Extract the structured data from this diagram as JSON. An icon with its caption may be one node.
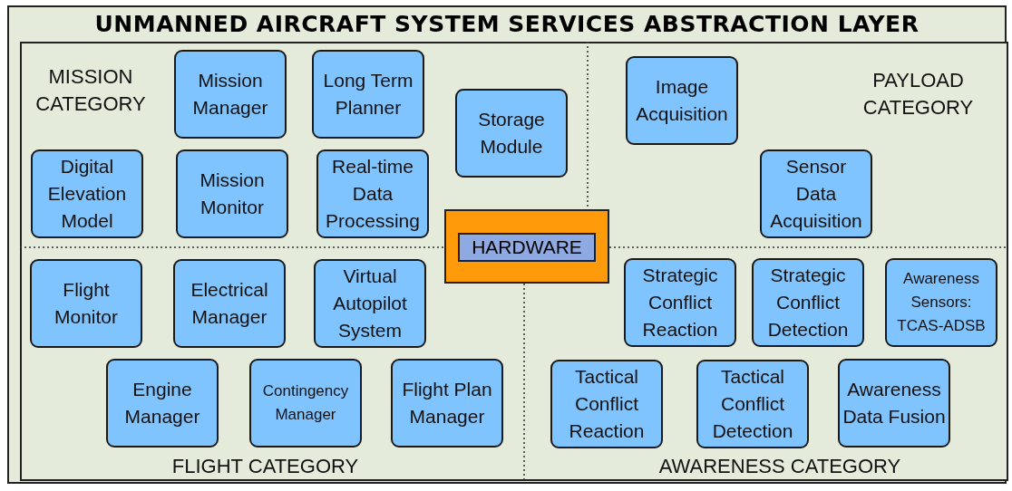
{
  "diagram": {
    "nodes": [
      {
        "text": [
          "UNMANNED AIRCRAFT SYSTEM SERVICES ABSTRACTION LAYER"
        ]
      },
      {
        "text": [],
        "shape": "box",
        "in": 0
      },
      {
        "text": [
          "Mission Manager"
        ],
        "in": 1
      },
      {
        "text": [
          "Long Term Planner"
        ],
        "in": 1
      },
      {
        "text": [
          "Storage Module"
        ],
        "in": 1
      },
      {
        "text": [
          "Image Acquisition"
        ],
        "in": 1
      },
      {
        "text": [
          "Digital Elevation Model"
        ],
        "in": 1
      },
      {
        "text": [
          "Mission Monitor"
        ],
        "in": 1
      },
      {
        "text": [
          "Real-time Data Processing"
        ],
        "in": 1
      },
      {
        "text": [
          "Sensor Data Acquisition"
        ],
        "in": 1
      },
      {
        "text": [],
        "shape": "box",
        "in": 1
      },
      {
        "text": [
          "HARDWARE"
        ],
        "in": 10
      },
      {
        "text": [
          "Flight Monitor"
        ],
        "in": 1
      },
      {
        "text": [
          "Electrical Manager"
        ],
        "in": 1
      },
      {
        "text": [
          "Virtual Autopilot System"
        ],
        "in": 1
      },
      {
        "text": [
          "Strategic Conflict Reaction"
        ],
        "in": 1
      },
      {
        "text": [
          "Strategic Conflict Detection"
        ],
        "in": 1
      },
      {
        "text": [
          "Awareness Sensors: TCAS-ADSB"
        ],
        "in": 1
      },
      {
        "text": [
          "Engine Manager"
        ],
        "in": 1
      },
      {
        "text": [
          "Contingency Manager"
        ],
        "in": 1
      },
      {
        "text": [
          "Flight Plan Manager"
        ],
        "in": 1
      },
      {
        "text": [
          "Tactical Conflict Reaction"
        ],
        "in": 1
      },
      {
        "text": [
          "Tactical Conflict Detection"
        ],
        "in": 1
      },
      {
        "text": [
          "Awareness Data Fusion"
        ],
        "in": 1
      }
    ],
    "labels": [
      "MISSION CATEGORY",
      "PAYLOAD CATEGORY",
      "FLIGHT CATEGORY",
      "AWARENESS CATEGORY"
    ]
  }
}
